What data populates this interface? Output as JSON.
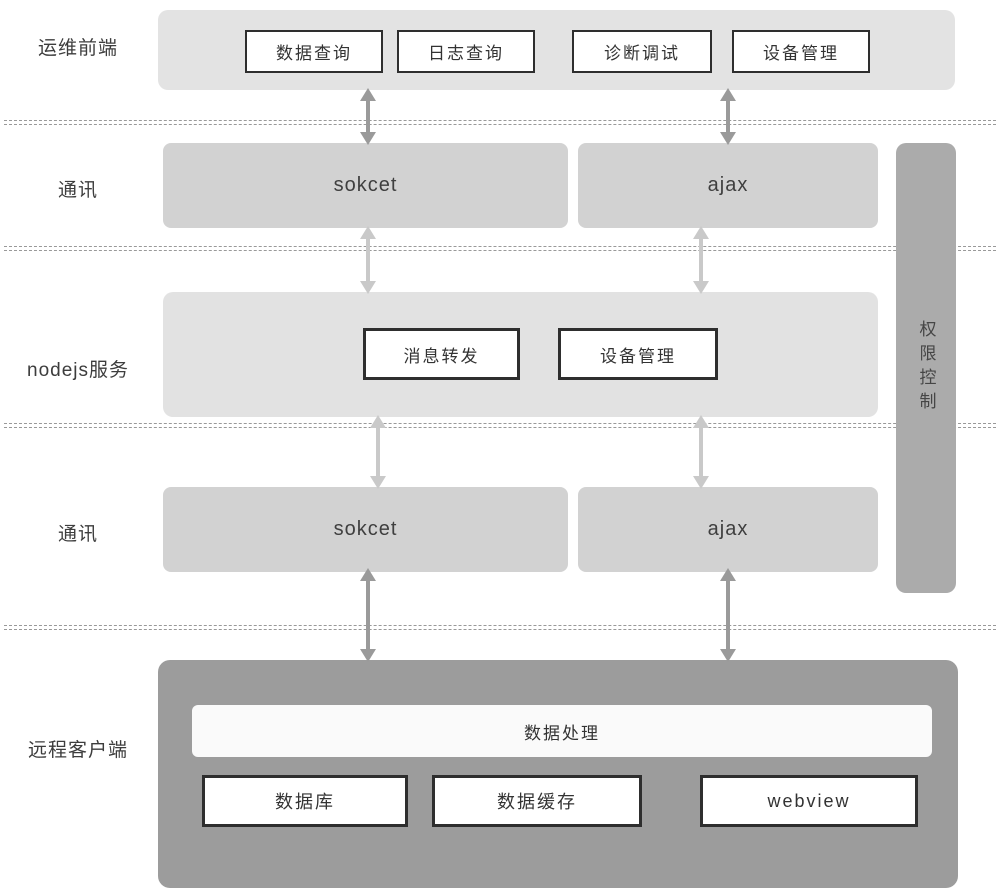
{
  "layers": {
    "frontend": {
      "label": "运维前端",
      "modules": [
        "数据查询",
        "日志查询",
        "诊断调试",
        "设备管理"
      ]
    },
    "comm_top": {
      "label": "通讯",
      "channels": [
        "sokcet",
        "ajax"
      ]
    },
    "nodejs": {
      "label": "nodejs服务",
      "modules": [
        "消息转发",
        "设备管理"
      ]
    },
    "comm_bottom": {
      "label": "通讯",
      "channels": [
        "sokcet",
        "ajax"
      ]
    },
    "client": {
      "label": "远程客户端",
      "processor": "数据处理",
      "modules": [
        "数据库",
        "数据缓存",
        "webview"
      ]
    }
  },
  "sidebar": {
    "label": "权限控制"
  },
  "colors": {
    "container_light": "#e3e3e3",
    "comm_box": "#d2d2d2",
    "sidebar_box": "#ababab",
    "client_container": "#9c9c9c",
    "processor_bar": "#fafafa",
    "box_border": "#2e2e2e",
    "dash_line": "#999999",
    "arrow_dark": "#9a9a9a",
    "arrow_light": "#c9c9c9"
  }
}
